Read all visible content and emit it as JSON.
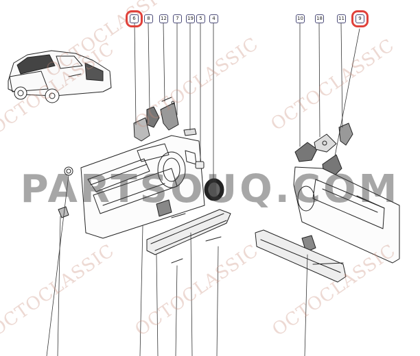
{
  "callouts": {
    "c6": "6",
    "c8": "8",
    "c12": "12",
    "c7": "7",
    "c19": "19",
    "c5": "5",
    "c4": "4",
    "c10": "10",
    "c18": "18",
    "c11": "11",
    "c9": "9"
  },
  "highlight_color": "#e0413a",
  "watermarks": {
    "brand": "OCTOCLASSIC",
    "site": "PARTSOUQ.COM"
  }
}
